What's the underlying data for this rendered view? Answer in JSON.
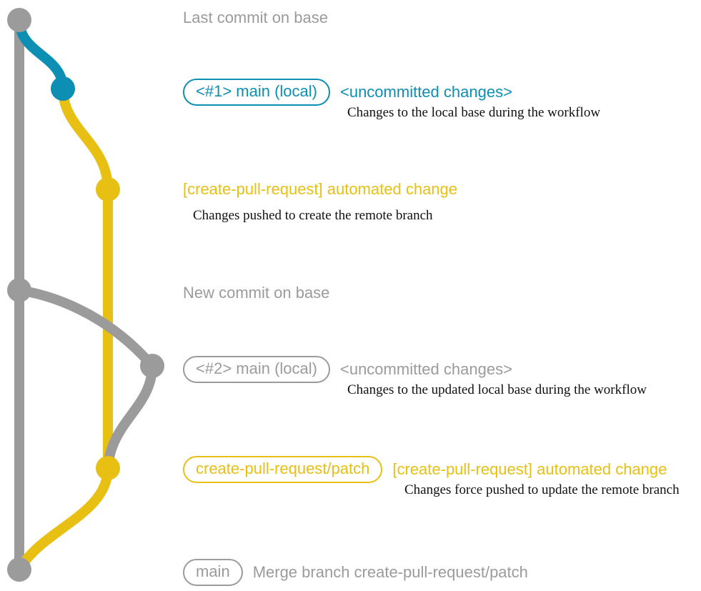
{
  "diagram": {
    "title": "git-graph-create-pull-request-workflow",
    "colors": {
      "base": "#9b9b9b",
      "local": "#0d8fb4",
      "patch": "#e8c013",
      "background": "#ffffff",
      "description_text": "#111111"
    },
    "background": "#ffffff"
  },
  "commits": [
    {
      "id": "commit-last-base",
      "node_color": "#9b9b9b",
      "badge": null,
      "subject": "Last commit on base",
      "subject_color": "#9b9b9b",
      "description": null
    },
    {
      "id": "commit-local-1",
      "node_color": "#0d8fb4",
      "badge": "<#1> main (local)",
      "badge_color": "#0d8fb4",
      "subject": "<uncommitted changes>",
      "subject_color": "#0d8fb4",
      "description": "Changes to the local base during the workflow"
    },
    {
      "id": "commit-automated-1",
      "node_color": "#e8c013",
      "badge": null,
      "subject": "[create-pull-request] automated change",
      "subject_color": "#e8c013",
      "description": "Changes pushed to create the remote branch"
    },
    {
      "id": "commit-new-base",
      "node_color": "#9b9b9b",
      "badge": null,
      "subject": "New commit on base",
      "subject_color": "#9b9b9b",
      "description": null
    },
    {
      "id": "commit-local-2",
      "node_color": "#9b9b9b",
      "badge": "<#2> main (local)",
      "badge_color": "#9b9b9b",
      "subject": "<uncommitted changes>",
      "subject_color": "#9b9b9b",
      "description": "Changes to the updated local base during the workflow"
    },
    {
      "id": "commit-automated-2",
      "node_color": "#e8c013",
      "badge": "create-pull-request/patch",
      "badge_color": "#e8c013",
      "subject": "[create-pull-request] automated change",
      "subject_color": "#e8c013",
      "description": "Changes force pushed to update the remote branch"
    },
    {
      "id": "commit-merge",
      "node_color": "#9b9b9b",
      "badge": "main",
      "badge_color": "#9b9b9b",
      "subject": "Merge branch create-pull-request/patch",
      "subject_color": "#9b9b9b",
      "description": null
    }
  ]
}
